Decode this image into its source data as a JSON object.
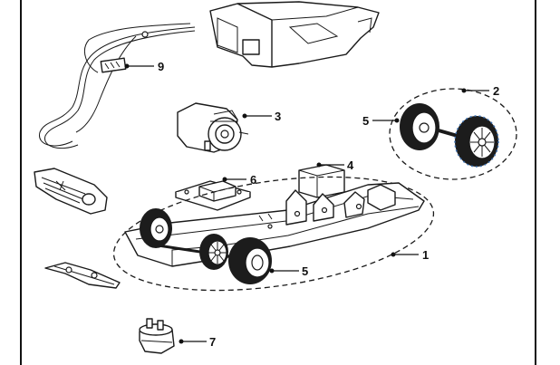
{
  "labels": {
    "body_shell": "",
    "chassis": "1",
    "rear_axle_group": "2",
    "motor": "3",
    "guide_block": "4",
    "rear_wheel": "5",
    "front_wheel": "5",
    "pcb_board": "6",
    "guide_flag": "7",
    "wire_harness": "9"
  },
  "colors": {
    "ink": "#1a1a1a",
    "tire": "#1c1c1c",
    "tire_highlight": "#3a6fb0",
    "background": "#ffffff"
  }
}
